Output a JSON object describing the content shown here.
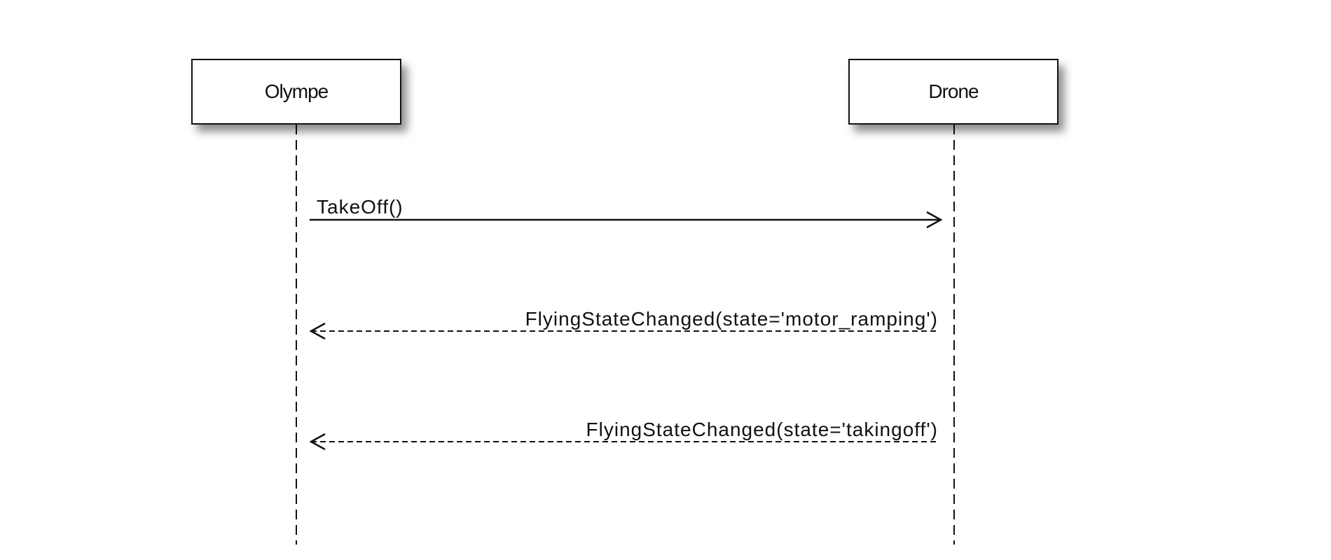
{
  "participants": [
    "Olympe",
    "Drone"
  ],
  "messages": [
    {
      "label": "TakeOff()",
      "from": "Olympe",
      "to": "Drone",
      "style": "solid"
    },
    {
      "label": "FlyingStateChanged(state='motor_ramping')",
      "from": "Drone",
      "to": "Olympe",
      "style": "dashed"
    },
    {
      "label": "FlyingStateChanged(state='takingoff')",
      "from": "Drone",
      "to": "Olympe",
      "style": "dashed"
    }
  ]
}
